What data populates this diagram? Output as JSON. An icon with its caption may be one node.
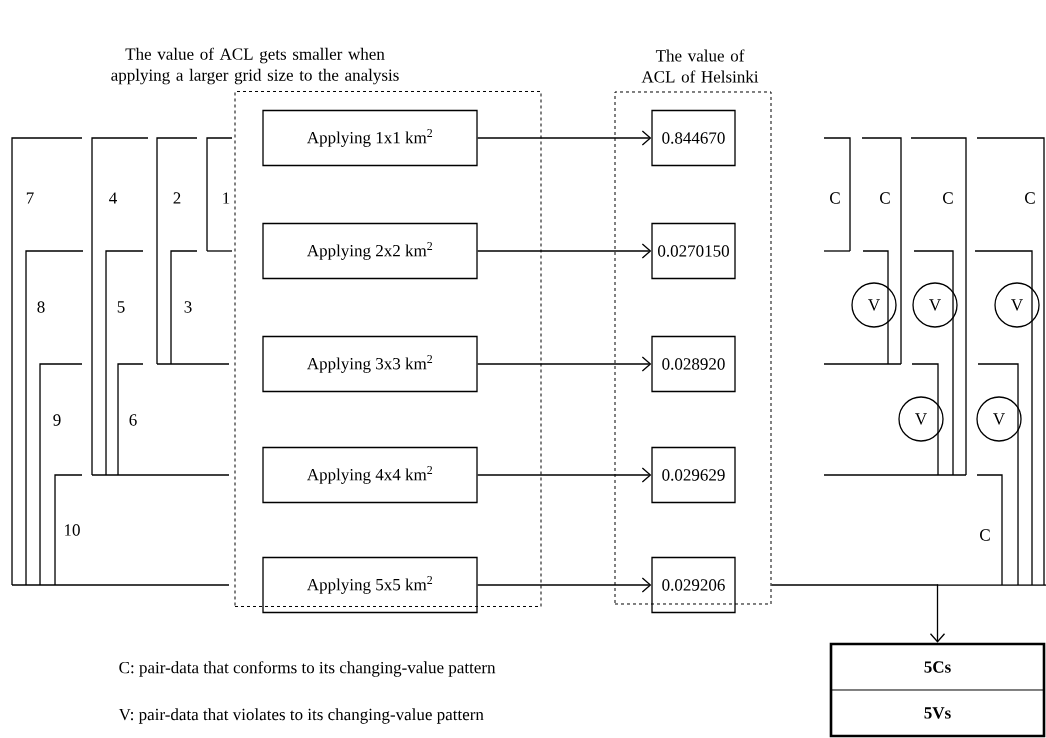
{
  "diagram": {
    "nodes": [
      {
        "text": [
          "The value of ACL gets smaller when applying a larger grid size to the analysis"
        ]
      },
      {
        "text": [
          "Applying 1x1 km$^{2}$"
        ],
        "in": 0
      },
      {
        "text": [
          "Applying 2x2 km$^{2}$"
        ],
        "in": 0
      },
      {
        "text": [
          "Applying 3x3 km$^{2}$"
        ],
        "in": 0
      },
      {
        "text": [
          "Applying 4x4 km$^{2}$"
        ],
        "in": 0
      },
      {
        "text": [
          "Applying 5x5 km$^{2}$"
        ],
        "in": 0
      },
      {
        "text": [
          "The value of ACL of Helsinki"
        ]
      },
      {
        "text": [
          "0.844670"
        ],
        "in": 6
      },
      {
        "text": [
          "0.0270150"
        ],
        "in": 6
      },
      {
        "text": [
          "0.028920"
        ],
        "in": 6
      },
      {
        "text": [
          "0.029629"
        ],
        "in": 6
      },
      {
        "text": [
          "0.029206"
        ],
        "in": 6
      },
      {
        "text": [
          "5Cs",
          "5Vs"
        ]
      },
      {
        "text": [
          "V"
        ]
      },
      {
        "text": [
          "V"
        ]
      },
      {
        "text": [
          "V"
        ]
      },
      {
        "text": [
          "V"
        ]
      },
      {
        "text": [
          "V"
        ]
      }
    ],
    "edges": [
      {
        "from": 1,
        "to": 7,
        "arrow": "to"
      },
      {
        "from": 2,
        "to": 8,
        "arrow": "to"
      },
      {
        "from": 3,
        "to": 9,
        "arrow": "to"
      },
      {
        "from": 4,
        "to": 10,
        "arrow": "to"
      },
      {
        "from": 5,
        "to": 11,
        "arrow": "to"
      },
      {
        "from": 6,
        "to": 12,
        "arrow": "to"
      }
    ],
    "labels": [
      "7",
      "4",
      "2",
      "1",
      "C",
      "C",
      "C",
      "C",
      "8",
      "5",
      "3",
      "9",
      "6",
      "10",
      "C",
      "C: pair-data that conforms to its changing-value pattern",
      "V: pair-data that violates to its changing-value pattern"
    ]
  }
}
